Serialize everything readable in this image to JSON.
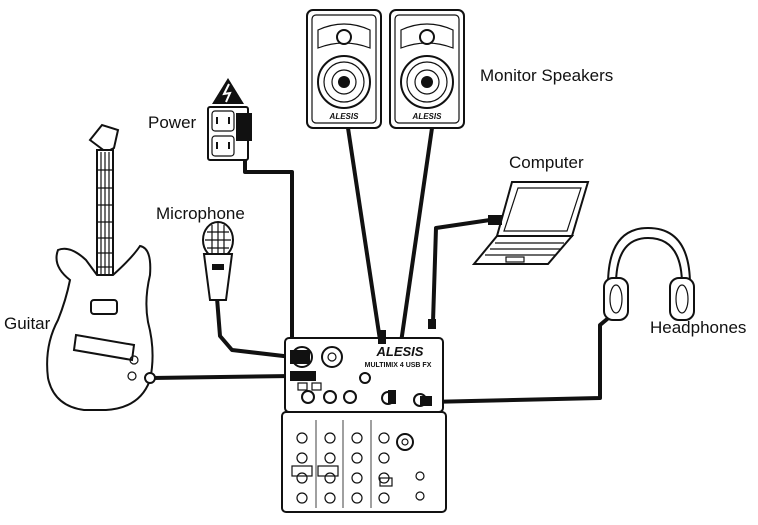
{
  "labels": {
    "monitor_speakers": "Monitor Speakers",
    "power": "Power",
    "computer": "Computer",
    "microphone": "Microphone",
    "guitar": "Guitar",
    "headphones": "Headphones"
  },
  "branding": {
    "speaker_logo": "ALESIS",
    "mixer_logo": "ALESIS",
    "mixer_model": "MULTIMIX 4 USB FX"
  },
  "colors": {
    "line": "#111111",
    "fill": "#ffffff",
    "panel": "#f4f4f4"
  }
}
